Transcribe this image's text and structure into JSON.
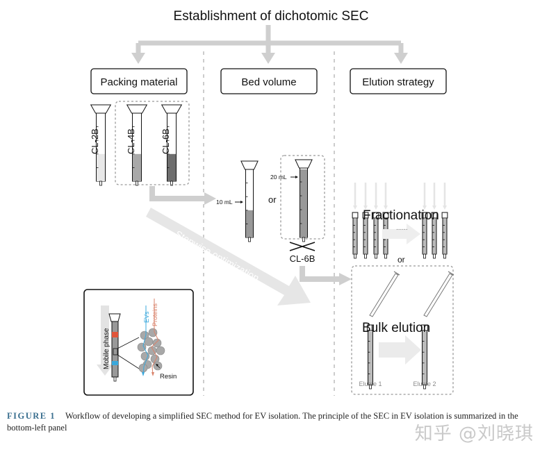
{
  "title": "Establishment of dichotomic SEC",
  "boxes": {
    "packing": "Packing material",
    "bed": "Bed volume",
    "elution": "Elution strategy"
  },
  "packing_columns": [
    "CL-2B",
    "CL-4B",
    "CL-6B"
  ],
  "bed_volume": {
    "small_label": "10 mL",
    "large_label": "20 mL",
    "or_label": "or",
    "crossed_resin": "CL-6B"
  },
  "stepwise_label": "Stepwise optimization",
  "elution": {
    "fractionation_label": "Fractionation",
    "dots_label": "......",
    "or_label": "or",
    "bulk_label": "Bulk elution",
    "eluate1": "Eluate 1",
    "eluate2": "Eluate 2"
  },
  "principle_panel": {
    "mobile_phase": "Mobile phase",
    "evs": "EVs",
    "proteins": "Proteins",
    "resin": "Resin"
  },
  "colors": {
    "arrow_gray": "#cfcfcf",
    "ev_blue": "#3aa8dc",
    "protein_red": "#e0553a",
    "caption_label": "#3a6f8f"
  },
  "caption": {
    "label": "FIGURE 1",
    "text": "Workflow of developing a simplified SEC method for EV isolation. The principle of the SEC in EV isolation is summarized in the bottom-left panel"
  },
  "watermark": "知乎 @刘晓琪"
}
